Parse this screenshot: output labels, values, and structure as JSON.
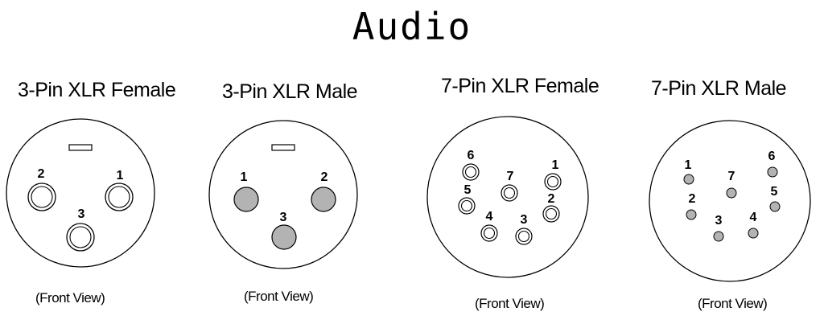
{
  "title": "Audio",
  "view_label": "(Front View)",
  "colors": {
    "stroke": "#000000",
    "pin_fill": "#b3b3b3",
    "background": "#ffffff"
  },
  "connectors": [
    {
      "name": "3-Pin XLR Female",
      "pins": [
        "1",
        "2",
        "3"
      ]
    },
    {
      "name": "3-Pin XLR Male",
      "pins": [
        "1",
        "2",
        "3"
      ]
    },
    {
      "name": "7-Pin XLR Female",
      "pins": [
        "1",
        "2",
        "3",
        "4",
        "5",
        "6",
        "7"
      ]
    },
    {
      "name": "7-Pin XLR Male",
      "pins": [
        "1",
        "2",
        "3",
        "4",
        "5",
        "6",
        "7"
      ]
    }
  ]
}
